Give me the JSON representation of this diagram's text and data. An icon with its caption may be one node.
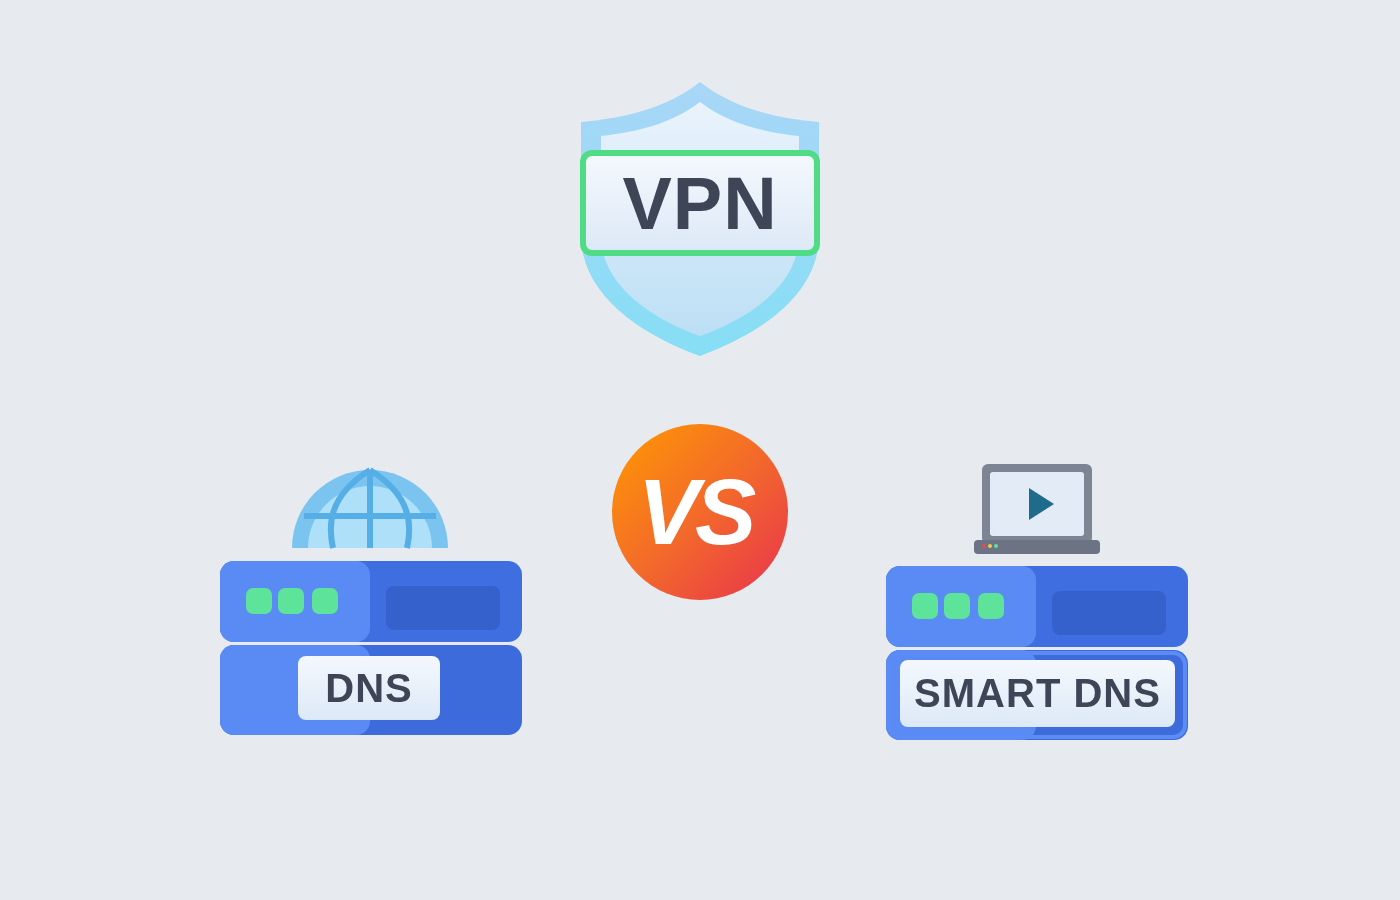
{
  "diagram": {
    "nodes": [
      {
        "text": [
          "VPN"
        ]
      },
      {
        "text": [
          "DNS"
        ]
      },
      {
        "text": [
          "VS"
        ]
      },
      {
        "text": [
          "SMART DNS"
        ]
      }
    ]
  }
}
